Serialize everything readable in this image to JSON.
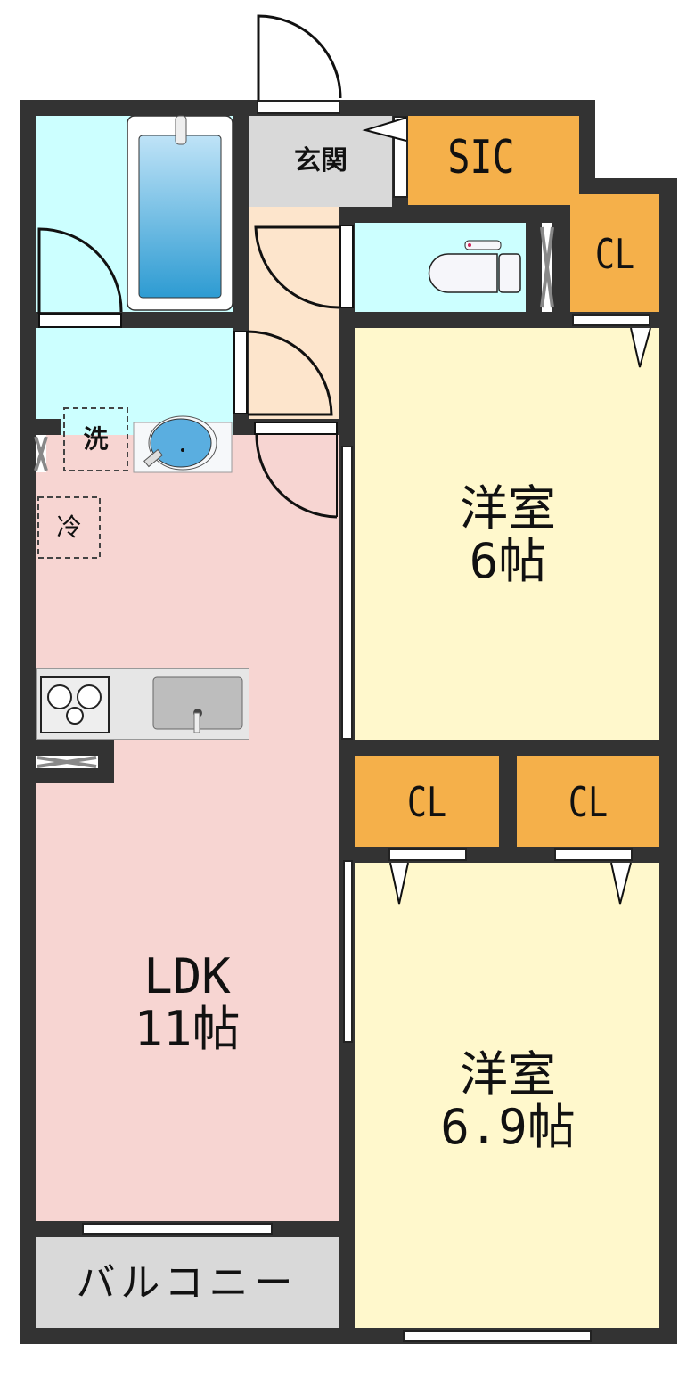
{
  "rooms": {
    "genkan": "玄関",
    "sic": "SIC",
    "cl_top": "CL",
    "western1": {
      "name": "洋室",
      "size": "6帖"
    },
    "cl_mid_left": "CL",
    "cl_mid_right": "CL",
    "ldk": {
      "name": "LDK",
      "size": "11帖"
    },
    "western2": {
      "name": "洋室",
      "size": "6.9帖"
    },
    "balcony": "バルコニー"
  },
  "fixtures": {
    "washer": "洗",
    "fridge": "冷"
  },
  "colors": {
    "wall": "#333333",
    "wet_area": "#ccffff",
    "closet": "#f5b04a",
    "western_room": "#fff8cc",
    "ldk": "#f7d5d2",
    "hallway": "#fde5cc",
    "entrance": "#d9d9d9"
  }
}
